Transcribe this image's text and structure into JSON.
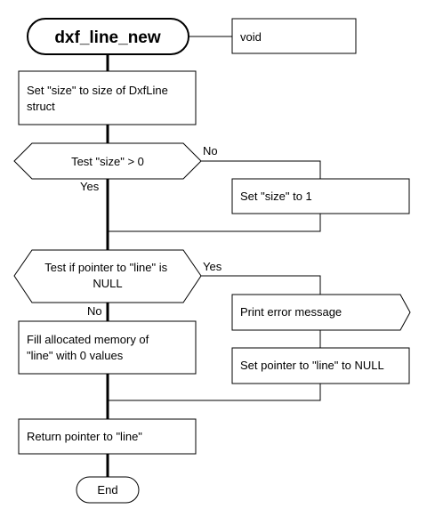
{
  "function_name": "dxf_line_new",
  "return_type": "void",
  "steps": {
    "set_size": [
      "Set \"size\" to size of DxfLine",
      "struct"
    ],
    "test_size": "Test \"size\" > 0",
    "set_size_one": "Set \"size\" to 1",
    "test_pointer": [
      "Test if pointer to \"line\" is",
      "NULL"
    ],
    "print_error": "Print error message",
    "set_pointer_null": "Set pointer to \"line\" to NULL",
    "fill_memory": [
      "Fill allocated memory of",
      "\"line\" with 0 values"
    ],
    "return_pointer": "Return pointer to \"line\"",
    "end": "End"
  },
  "branch_labels": {
    "test_size_no": "No",
    "test_size_yes": "Yes",
    "test_pointer_yes": "Yes",
    "test_pointer_no": "No"
  }
}
